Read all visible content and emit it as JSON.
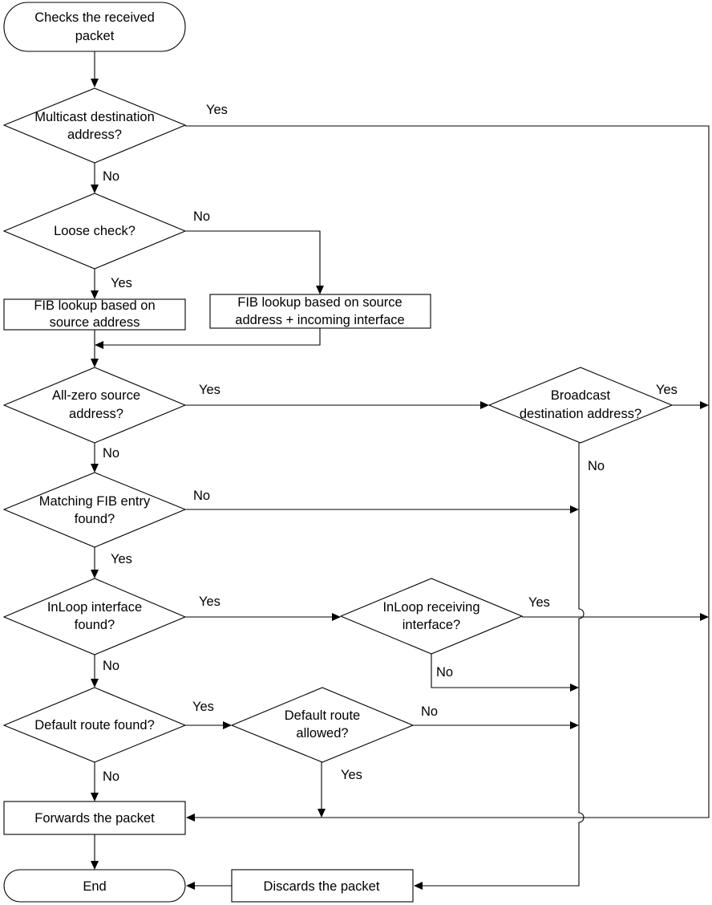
{
  "nodes": {
    "start": {
      "lines": [
        "Checks the received",
        "packet"
      ]
    },
    "multicast": {
      "lines": [
        "Multicast destination",
        "address?"
      ]
    },
    "loose": {
      "lines": [
        "Loose check?"
      ]
    },
    "fib_src": {
      "lines": [
        "FIB lookup based on",
        "source address"
      ]
    },
    "fib_src_if": {
      "lines": [
        "FIB lookup based on source",
        "address + incoming interface"
      ]
    },
    "allzero": {
      "lines": [
        "All-zero source",
        "address?"
      ]
    },
    "broadcast": {
      "lines": [
        "Broadcast",
        "destination address?"
      ]
    },
    "matching": {
      "lines": [
        "Matching FIB entry",
        "found?"
      ]
    },
    "inloop": {
      "lines": [
        "InLoop interface",
        "found?"
      ]
    },
    "inloop_recv": {
      "lines": [
        "InLoop receiving",
        "interface?"
      ]
    },
    "default_found": {
      "lines": [
        "Default route found?"
      ]
    },
    "default_allowed": {
      "lines": [
        "Default route",
        "allowed?"
      ]
    },
    "forward": {
      "lines": [
        "Forwards the packet"
      ]
    },
    "end": {
      "lines": [
        "End"
      ]
    },
    "discard": {
      "lines": [
        "Discards the packet"
      ]
    }
  },
  "edge_labels": {
    "multicast_yes": "Yes",
    "multicast_no": "No",
    "loose_no": "No",
    "loose_yes": "Yes",
    "allzero_yes": "Yes",
    "allzero_no": "No",
    "broadcast_yes": "Yes",
    "broadcast_no": "No",
    "matching_no": "No",
    "matching_yes": "Yes",
    "inloop_yes": "Yes",
    "inloop_no": "No",
    "inloop_recv_yes": "Yes",
    "inloop_recv_no": "No",
    "default_found_yes": "Yes",
    "default_found_no": "No",
    "default_allowed_no": "No",
    "default_allowed_yes": "Yes"
  }
}
